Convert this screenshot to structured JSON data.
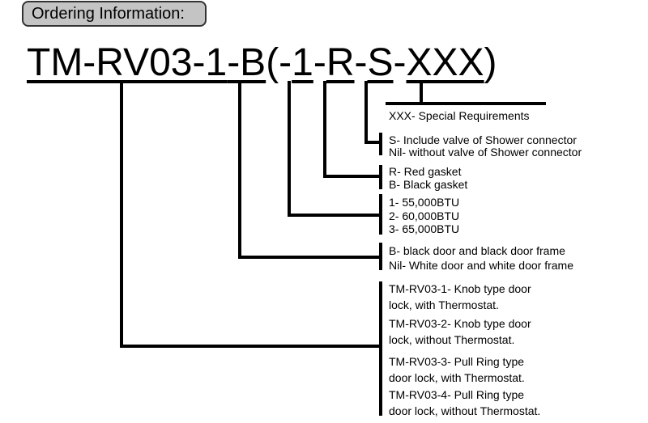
{
  "header": {
    "title": "Ordering Information:"
  },
  "model_code": {
    "base": "TM-RV03-",
    "seg_1": "1",
    "dash_1": "-",
    "seg_b": "B",
    "open": "(-",
    "seg_power": "1",
    "dash_2": "-",
    "seg_gasket": "R",
    "dash_3": "-",
    "seg_valve": "S",
    "dash_4": "-",
    "seg_special": "XXX",
    "close": ")"
  },
  "options": {
    "special": [
      "XXX- Special Requirements"
    ],
    "valve": [
      "S- Include valve of Shower connector",
      "Nil- without valve of Shower connector"
    ],
    "gasket": [
      "R- Red gasket",
      "B- Black gasket"
    ],
    "power": [
      "1- 55,000BTU",
      "2- 60,000BTU",
      "3- 65,000BTU"
    ],
    "door": [
      "B- black door and black door frame",
      "Nil- White door and white door frame"
    ],
    "type": [
      "TM-RV03-1- Knob type door",
      "lock, with Thermostat.",
      "TM-RV03-2- Knob type door",
      "lock, without Thermostat.",
      "TM-RV03-3- Pull Ring type",
      "door lock, with Thermostat.",
      "TM-RV03-4- Pull Ring type",
      "door lock, without Thermostat."
    ]
  }
}
